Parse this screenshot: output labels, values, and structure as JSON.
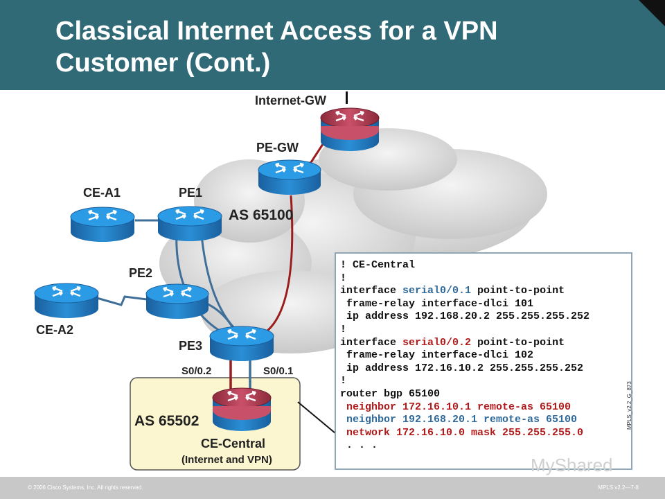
{
  "title": {
    "line1": "Classical Internet Access for a VPN",
    "line2": "Customer (Cont.)"
  },
  "diagram": {
    "as_core": "AS 65100",
    "as_customer": "AS 65502",
    "routers": {
      "internet_gw": "Internet-GW",
      "pe_gw": "PE-GW",
      "ce_a1": "CE-A1",
      "pe1": "PE1",
      "pe2": "PE2",
      "ce_a2": "CE-A2",
      "pe3": "PE3",
      "ce_central": "CE-Central",
      "ce_central_sub": "(Internet and VPN)"
    },
    "interfaces": {
      "s02": "S0/0.2",
      "s01": "S0/0.1"
    },
    "colors": {
      "internet_link": "#9b1c1c",
      "vpn_link": "#3f6f99",
      "customer_box_fill": "#fbf6cf"
    }
  },
  "config": [
    {
      "parts": [
        {
          "t": "! CE-Central",
          "c": "k"
        }
      ]
    },
    {
      "parts": [
        {
          "t": "!",
          "c": "k"
        }
      ]
    },
    {
      "parts": [
        {
          "t": "interface ",
          "c": "k"
        },
        {
          "t": "serial0/0.1",
          "c": "b"
        },
        {
          "t": " point-to-point",
          "c": "k"
        }
      ]
    },
    {
      "parts": [
        {
          "t": " frame-relay interface-dlci 101",
          "c": "k"
        }
      ]
    },
    {
      "parts": [
        {
          "t": " ip address 192.168.20.2 255.255.255.252",
          "c": "k"
        }
      ]
    },
    {
      "parts": [
        {
          "t": "!",
          "c": "k"
        }
      ]
    },
    {
      "parts": [
        {
          "t": "interface ",
          "c": "k"
        },
        {
          "t": "serial0/0.2",
          "c": "r"
        },
        {
          "t": " point-to-point",
          "c": "k"
        }
      ]
    },
    {
      "parts": [
        {
          "t": " frame-relay interface-dlci 102",
          "c": "k"
        }
      ]
    },
    {
      "parts": [
        {
          "t": " ip address 172.16.10.2 255.255.255.252",
          "c": "k"
        }
      ]
    },
    {
      "parts": [
        {
          "t": "!",
          "c": "k"
        }
      ]
    },
    {
      "parts": [
        {
          "t": "router bgp 65100",
          "c": "k"
        }
      ]
    },
    {
      "parts": [
        {
          "t": " neighbor 172.16.10.1 remote-as 65100",
          "c": "r"
        }
      ]
    },
    {
      "parts": [
        {
          "t": " neighbor 192.168.20.1 remote-as 65100",
          "c": "b"
        }
      ]
    },
    {
      "parts": [
        {
          "t": " network 172.16.10.0 mask 255.255.255.0",
          "c": "r"
        }
      ]
    },
    {
      "parts": [
        {
          "t": " . . .",
          "c": "k"
        }
      ]
    }
  ],
  "slide_id": "MPLS_v2.2_G_873",
  "footer": {
    "copyright": "© 2006 Cisco Systems, Inc. All rights reserved.",
    "course": "MPLS v2.2—7-8"
  },
  "watermark": "MyShared"
}
